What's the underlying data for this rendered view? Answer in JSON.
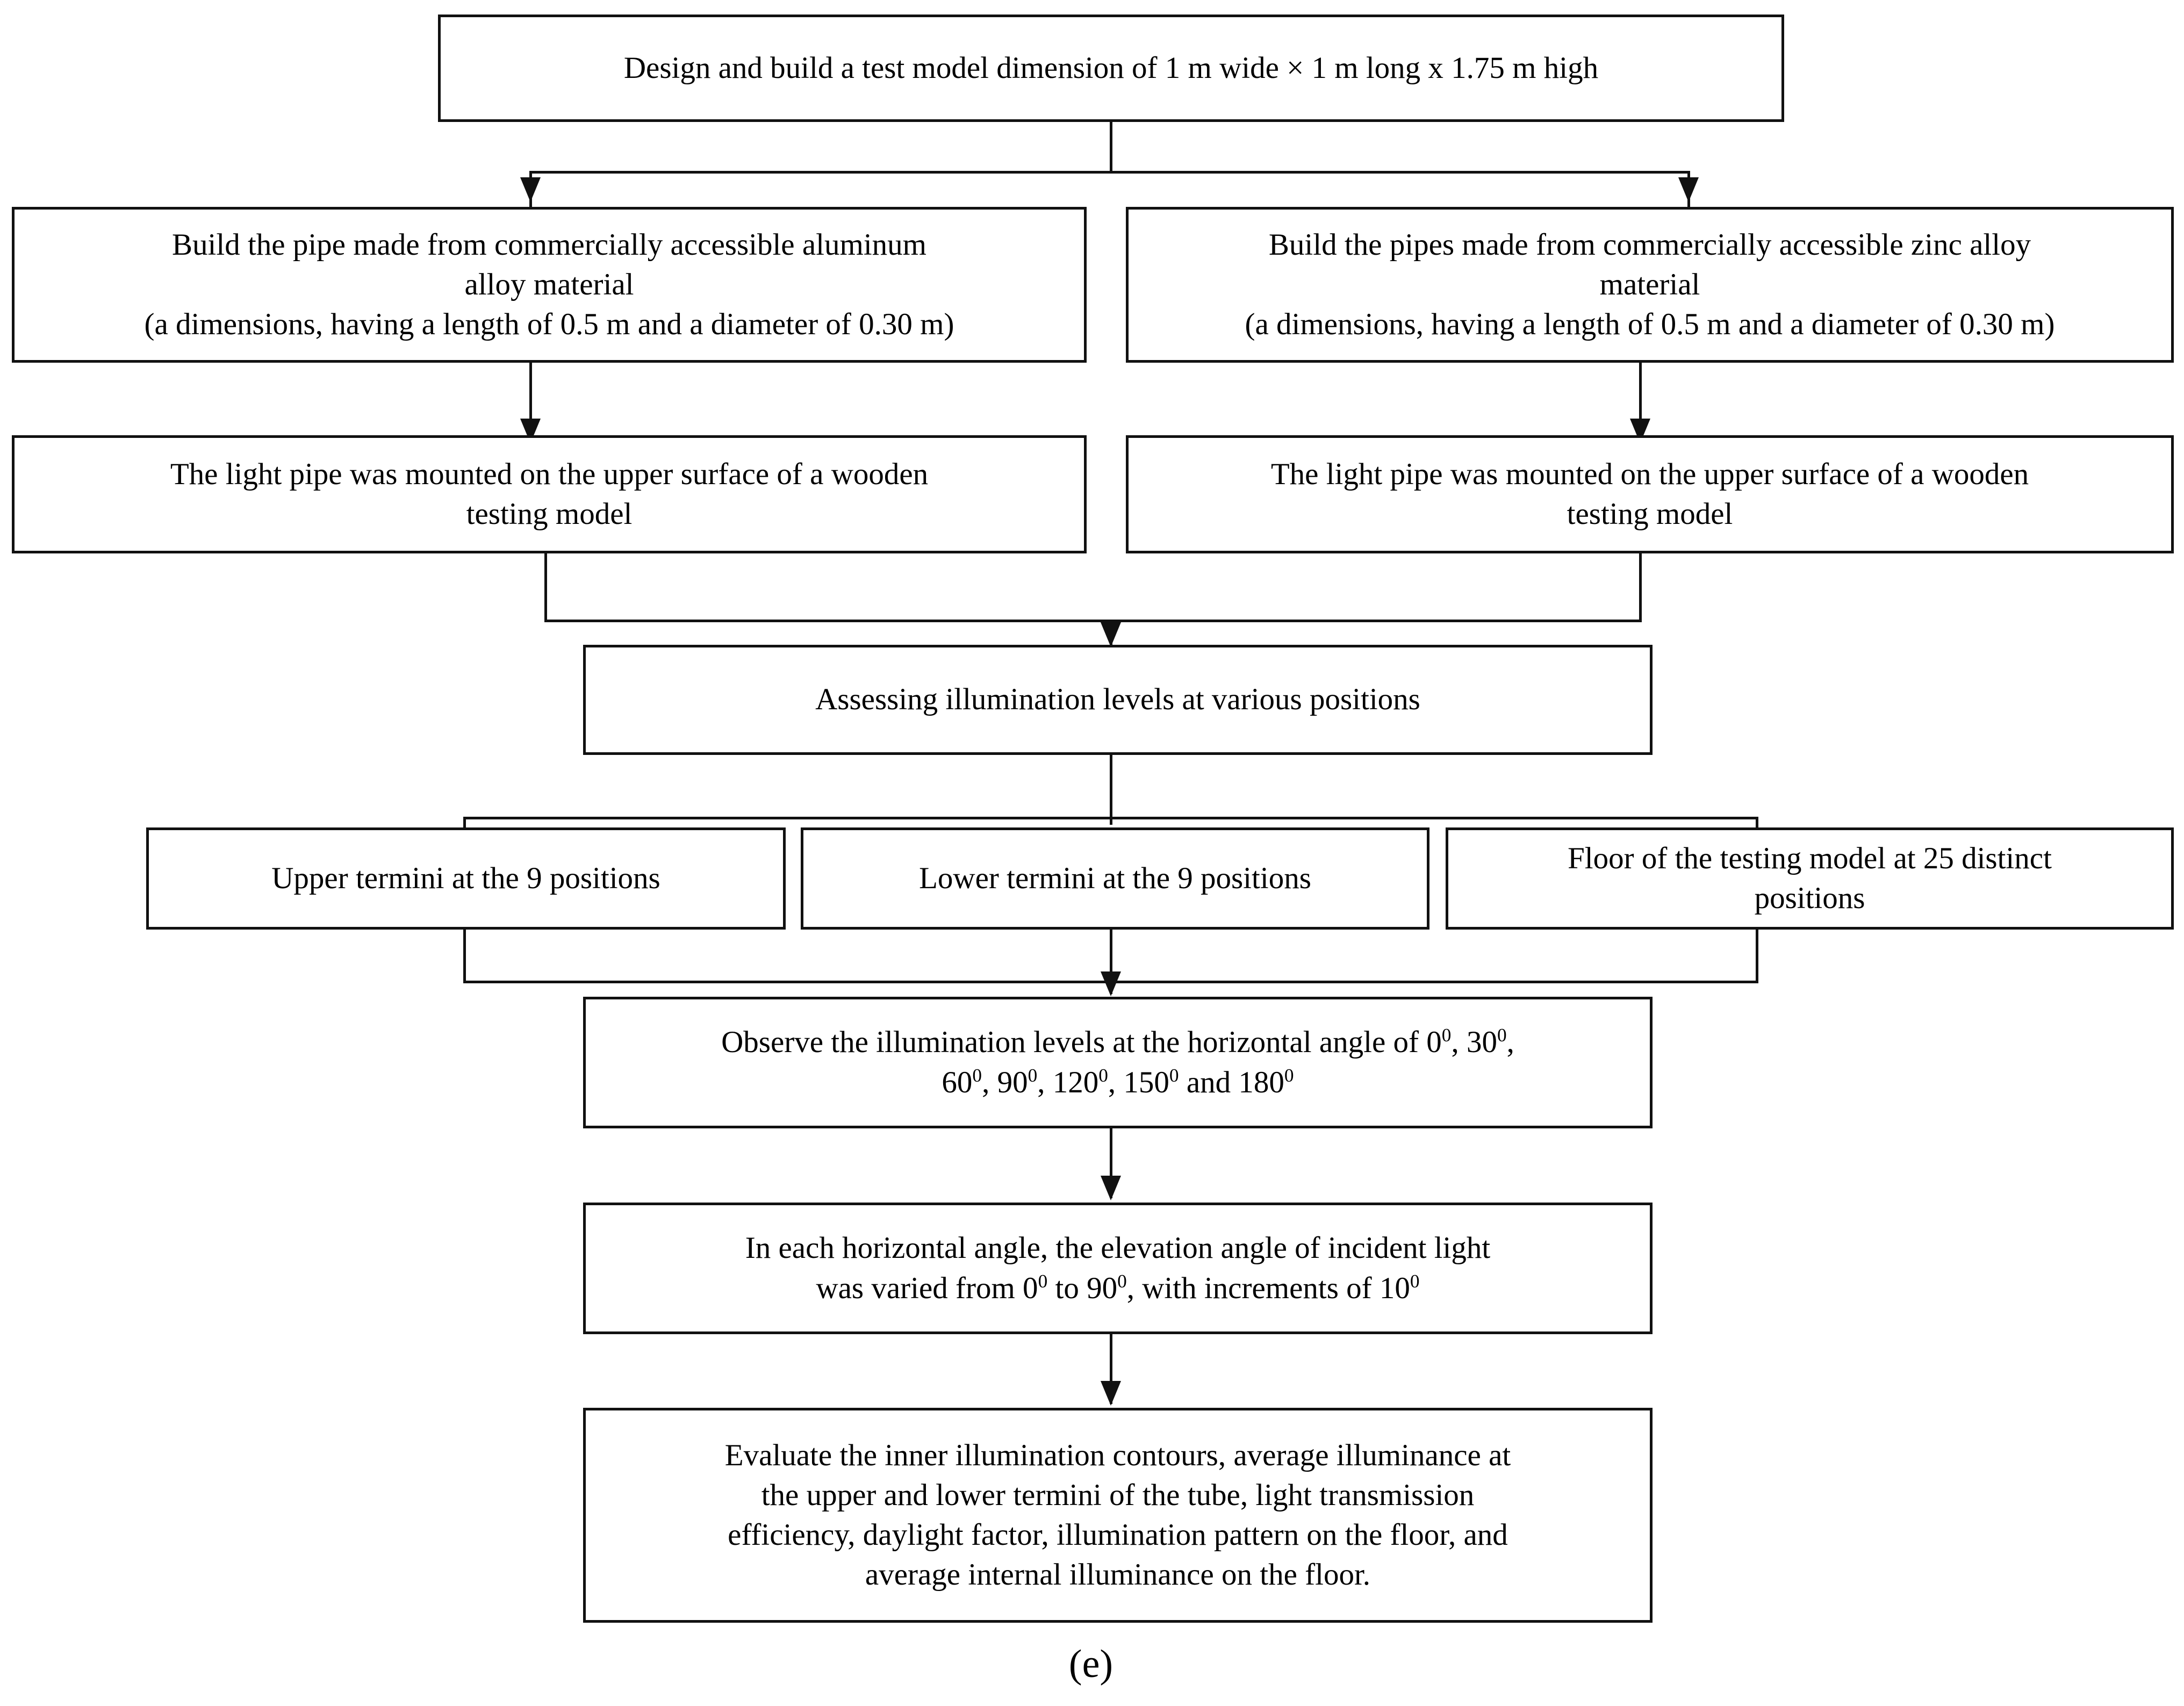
{
  "figure": {
    "caption": "(e)",
    "accent_color": "#111111",
    "background_color": "#ffffff"
  },
  "nodes": {
    "design_model": {
      "lines": [
        "Design and build a test model dimension of 1 m wide × 1 m long x 1.75 m high"
      ]
    },
    "aluminum_pipe": {
      "lines": [
        "Build the pipe made from commercially accessible aluminum",
        "alloy material",
        "(a dimensions, having a length of 0.5 m and a diameter of 0.30 m)"
      ]
    },
    "zinc_pipe": {
      "lines": [
        "Build the pipes made from commercially accessible  zinc alloy",
        "material",
        "(a dimensions, having a length of 0.5 m and a diameter of 0.30 m)"
      ]
    },
    "mount_left": {
      "lines": [
        "The light pipe was mounted on the upper surface of a wooden",
        "testing model"
      ]
    },
    "mount_right": {
      "lines": [
        "The light pipe was mounted on the upper surface of a wooden",
        "testing model"
      ]
    },
    "assess_levels": {
      "lines": [
        "Assessing illumination levels at various positions"
      ]
    },
    "upper_termini": {
      "lines": [
        "Upper termini at the 9 positions"
      ]
    },
    "lower_termini": {
      "lines": [
        "Lower termini at the 9 positions"
      ]
    },
    "floor_positions": {
      "lines": [
        "Floor of the testing model at 25 distinct",
        "positions"
      ]
    },
    "observe_horizontal": {
      "line1_a": "Observe the illumination levels at the horizontal angle of 0",
      "line1_deg1": "0",
      "line1_b": ", 30",
      "line1_deg2": "0",
      "line1_c": ",",
      "line2_a": "60",
      "line2_deg1": "0",
      "line2_b": ", 90",
      "line2_deg2": "0",
      "line2_c": ", 120",
      "line2_deg3": "0",
      "line2_d": ", 150",
      "line2_deg4": "0",
      "line2_e": " and 180",
      "line2_deg5": "0",
      "plain_text": "Observe the illumination levels at the horizontal angle of 0°, 30°, 60°, 90°, 120°, 150° and 180°"
    },
    "elevation_angle": {
      "line1": "In each horizontal angle, the elevation angle of incident light",
      "line2_a": "was varied  from 0",
      "line2_deg1": "0",
      "line2_b": " to 90",
      "line2_deg2": "0",
      "line2_c": ", with increments of 10",
      "line2_deg3": "0",
      "plain_text": "In each horizontal angle, the elevation angle of incident light was varied  from 0° to 90°, with increments of 10°"
    },
    "evaluate_results": {
      "lines": [
        "Evaluate the inner illumination contours,  average illuminance at",
        "the upper and lower termini of the tube, light transmission",
        "efficiency, daylight factor, illumination pattern on the floor, and",
        "average internal illuminance on the floor."
      ]
    }
  }
}
